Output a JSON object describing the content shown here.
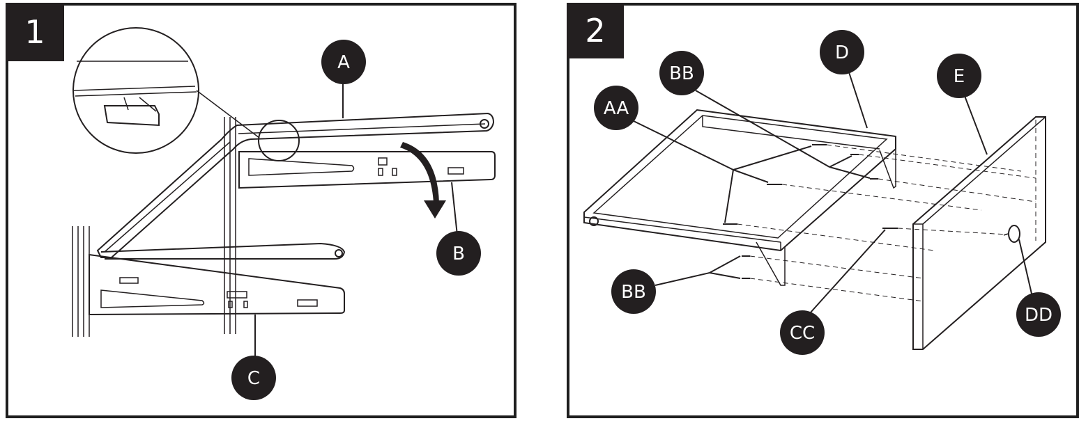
{
  "steps": [
    {
      "number": "1",
      "labels": {
        "a": "A",
        "b": "B",
        "c": "C"
      }
    },
    {
      "number": "2",
      "labels": {
        "aa": "AA",
        "bb_top": "BB",
        "bb_bottom": "BB",
        "cc": "CC",
        "d": "D",
        "dd": "DD",
        "e": "E"
      }
    }
  ],
  "colors": {
    "ink": "#231f20",
    "background": "#ffffff"
  },
  "icons": [
    "rotate-down-arrow-icon",
    "magnifier-detail-icon"
  ]
}
